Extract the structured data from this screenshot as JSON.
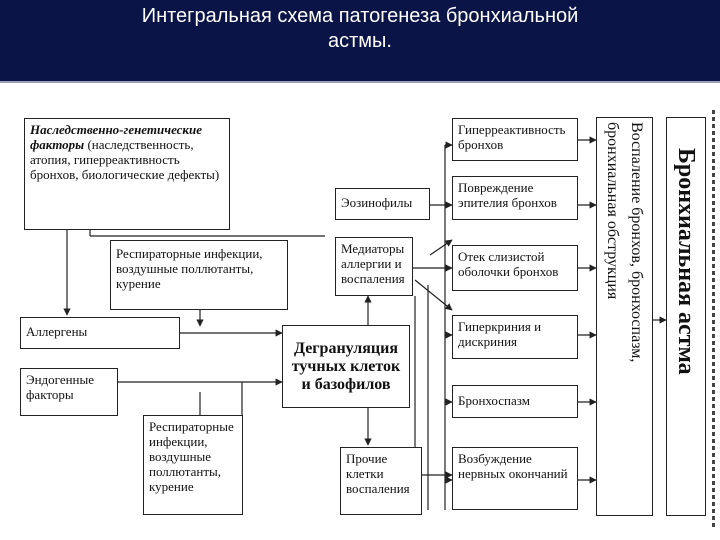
{
  "header": {
    "title_line1": "Интегральная схема патогенеза бронхиальной",
    "title_line2": "астмы.",
    "background": "#0b1446"
  },
  "diagram": {
    "hereditary": {
      "italic": "Наследственно-генетические факторы",
      "rest": " (наследственность, атопия, гиперреактивность бронхов, биологические дефекты)"
    },
    "resp_infections_top": "Респираторные инфекции, воздушные поллютанты, курение",
    "allergens": "Аллергены",
    "endogenous": "Эндогенные факторы",
    "resp_infections_bottom": "Респираторные инфекции, воздушные поллютанты, курение",
    "eosinophils": "Эозинофилы",
    "mediators": "Медиаторы аллергии и воспаления",
    "degranulation": "Дегрануляция тучных клеток и базофилов",
    "other_cells": "Прочие клетки воспаления",
    "hyperreactivity": "Гиперреактивность бронхов",
    "epithelium_damage": "Повреждение эпителия бронхов",
    "mucosa_edema": "Отек слизистой оболочки бронхов",
    "hypercrinia": "Гиперкриния и дискриния",
    "bronchospasm": "Бронхоспазм",
    "nerve_excitation": "Возбуждение нервных окончаний",
    "inflammation_line1": "Воспаление бронхов, бронхоспазм,",
    "inflammation_line2": "бронхиальная обструкция",
    "asthma": "Бронхиальная астма"
  }
}
